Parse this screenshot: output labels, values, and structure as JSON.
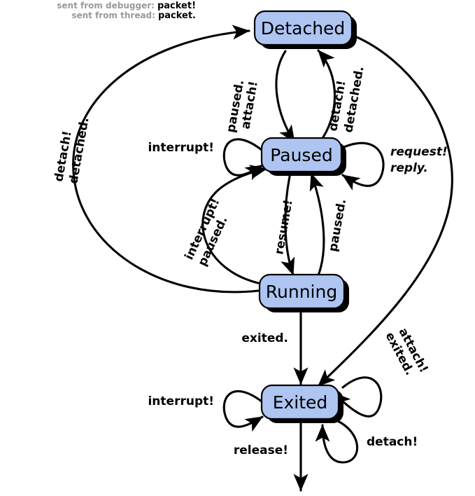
{
  "legend": {
    "rows": [
      {
        "key": "sent from debugger:",
        "value": "packet!"
      },
      {
        "key": "sent from thread:",
        "value": "packet."
      }
    ]
  },
  "colors": {
    "node_fill": "#aec5f2",
    "node_stroke": "#000000",
    "shadow": "#000000",
    "edge": "#000000",
    "legend_key": "#999999",
    "legend_value": "#000000",
    "background": "#ffffff"
  },
  "diagram": {
    "type": "state-machine",
    "states": [
      {
        "id": "detached",
        "label": "Detached"
      },
      {
        "id": "paused",
        "label": "Paused"
      },
      {
        "id": "running",
        "label": "Running"
      },
      {
        "id": "exited",
        "label": "Exited"
      }
    ],
    "transitions": [
      {
        "id": "detached-to-paused",
        "from": "detached",
        "to": "paused",
        "label": "attach!\npaused.",
        "label_line1": "attach!",
        "label_line2": "paused."
      },
      {
        "id": "paused-to-detached",
        "from": "paused",
        "to": "detached",
        "label": "detach!\ndetached.",
        "label_line1": "detach!",
        "label_line2": "detached."
      },
      {
        "id": "paused-self-interrupt",
        "from": "paused",
        "to": "paused",
        "label": "interrupt!"
      },
      {
        "id": "paused-self-request",
        "from": "paused",
        "to": "paused",
        "label_line1": "request!",
        "label_line2": "reply.",
        "italic": true
      },
      {
        "id": "paused-to-running",
        "from": "paused",
        "to": "running",
        "label": "resume!"
      },
      {
        "id": "running-to-paused",
        "from": "running",
        "to": "paused",
        "label": "paused."
      },
      {
        "id": "running-to-paused-interrupt",
        "from": "running",
        "to": "paused",
        "label_line1": "interrupt!",
        "label_line2": "paused."
      },
      {
        "id": "running-to-detached",
        "from": "running",
        "to": "detached",
        "label_line1": "detach!",
        "label_line2": "detached."
      },
      {
        "id": "running-to-exited",
        "from": "running",
        "to": "exited",
        "label": "exited."
      },
      {
        "id": "detached-to-exited",
        "from": "detached",
        "to": "exited",
        "label": ""
      },
      {
        "id": "exited-self-attach",
        "from": "exited",
        "to": "exited",
        "label_line1": "attach!",
        "label_line2": "exited."
      },
      {
        "id": "exited-self-interrupt",
        "from": "exited",
        "to": "exited",
        "label": "interrupt!"
      },
      {
        "id": "exited-self-detach",
        "from": "exited",
        "to": "exited",
        "label": "detach!"
      },
      {
        "id": "exited-release",
        "from": "exited",
        "to": "",
        "label": "release!"
      }
    ]
  }
}
